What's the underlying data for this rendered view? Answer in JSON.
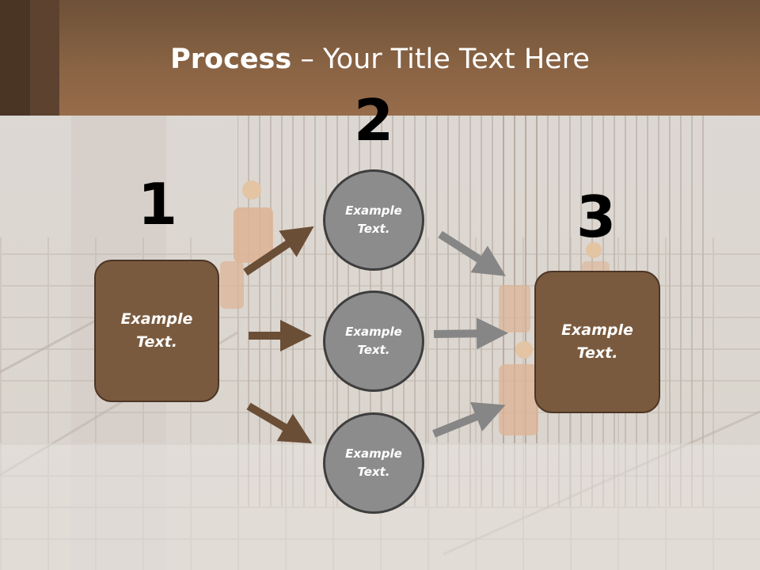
{
  "slide": {
    "title_bold": "Process",
    "title_rest": " – Your Title Text Here"
  },
  "steps": {
    "step1": {
      "number": "1",
      "label": "Example\nText."
    },
    "step3": {
      "number": "3",
      "label": "Example\nText."
    },
    "step2": {
      "number": "2",
      "circles": [
        {
          "label": "Example\nText."
        },
        {
          "label": "Example\nText."
        },
        {
          "label": "Example\nText."
        }
      ]
    }
  },
  "colors": {
    "brown": "#7a5a3e",
    "arrow_brown": "#6b4e36",
    "arrow_gray": "#8a8a8a",
    "circle_gray": "#8c8c8c"
  }
}
